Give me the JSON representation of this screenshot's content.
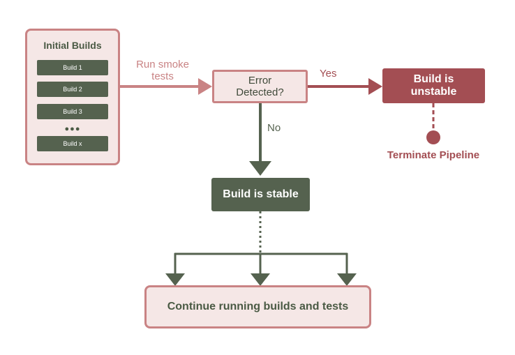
{
  "initial_builds": {
    "title": "Initial Builds",
    "items": [
      "Build 1",
      "Build 2",
      "Build 3",
      "Build x"
    ],
    "ellipsis": "●●●"
  },
  "edges": {
    "run_smoke_tests": "Run smoke tests",
    "yes": "Yes",
    "no": "No"
  },
  "decision": {
    "line1": "Error",
    "line2": "Detected?"
  },
  "unstable": {
    "line1": "Build is",
    "line2": "unstable"
  },
  "terminate": "Terminate Pipeline",
  "stable": "Build is stable",
  "continue": "Continue running builds and tests",
  "colors": {
    "pink_fill": "#f5e7e6",
    "pink_border": "#c98384",
    "dark_red": "#a34e53",
    "dark_green": "#55624f"
  }
}
